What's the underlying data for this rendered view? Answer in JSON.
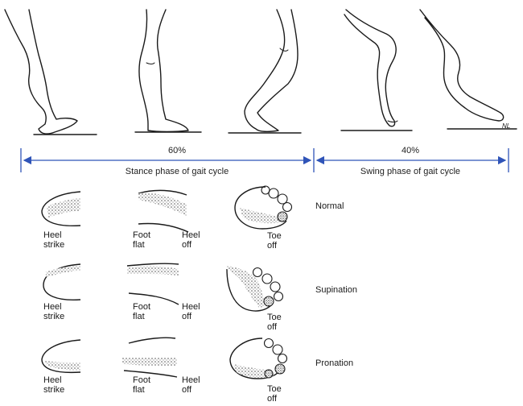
{
  "phases": {
    "stance": {
      "percent": "60%",
      "label": "Stance phase of gait cycle"
    },
    "swing": {
      "percent": "40%",
      "label": "Swing phase of gait cycle"
    }
  },
  "rows": [
    {
      "name": "Normal",
      "labels": {
        "heel_strike": "Heel\nstrike",
        "foot_flat": "Foot\nflat",
        "heel_off": "Heel\noff",
        "toe_off": "Toe\noff"
      }
    },
    {
      "name": "Supination",
      "labels": {
        "heel_strike": "Heel\nstrike",
        "foot_flat": "Foot\nflat",
        "heel_off": "Heel\noff",
        "toe_off": "Toe\noff"
      }
    },
    {
      "name": "Pronation",
      "labels": {
        "heel_strike": "Heel\nstrike",
        "foot_flat": "Foot\nflat",
        "heel_off": "Heel\noff",
        "toe_off": "Toe\noff"
      }
    }
  ],
  "signature": "NL",
  "colors": {
    "arrow": "#2f54b8",
    "ink": "#1a1a1a",
    "stipple": "#666666"
  }
}
